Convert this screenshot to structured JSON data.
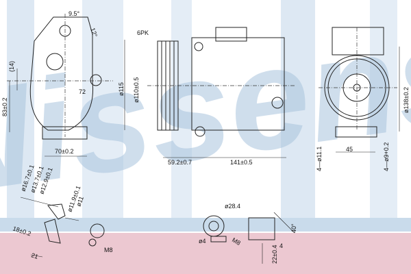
{
  "watermark": {
    "text": "Nissens",
    "color": "#a9c4dd"
  },
  "background": {
    "streak_color": "#c9d9ea",
    "band_blue": "#b9cfe3",
    "band_pink": "#e8c2cc"
  },
  "side_view": {
    "angle": "9.5°",
    "angle2": "12°",
    "offset": "(14)",
    "height": "83±0.2",
    "width_72": "72",
    "base_width": "70±0.2"
  },
  "pulley_view": {
    "belt": "6PK",
    "dia_outer": "ø115",
    "dia_pulley": "ø110±0.5",
    "offset": "59.2±0.7",
    "length": "141±0.5"
  },
  "front_view": {
    "dia": "ø138±0.2",
    "spacing": "45",
    "holes_a": "4—ø11.1",
    "holes_b": "4—ø9+0.2"
  },
  "port_detail": {
    "d1": "ø16.7±0.1",
    "d2": "ø13.7±0.1",
    "d3": "ø12.9±0.1",
    "d4": "ø11.9±0.1",
    "d5": "ø11",
    "depth": "18±0.2",
    "length": "21",
    "thread": "M8"
  },
  "fitting_detail": {
    "dia": "ø28.4",
    "hole": "ø4",
    "thread": "M8",
    "angle": "40°",
    "gap": "4",
    "length": "22±0.4"
  }
}
